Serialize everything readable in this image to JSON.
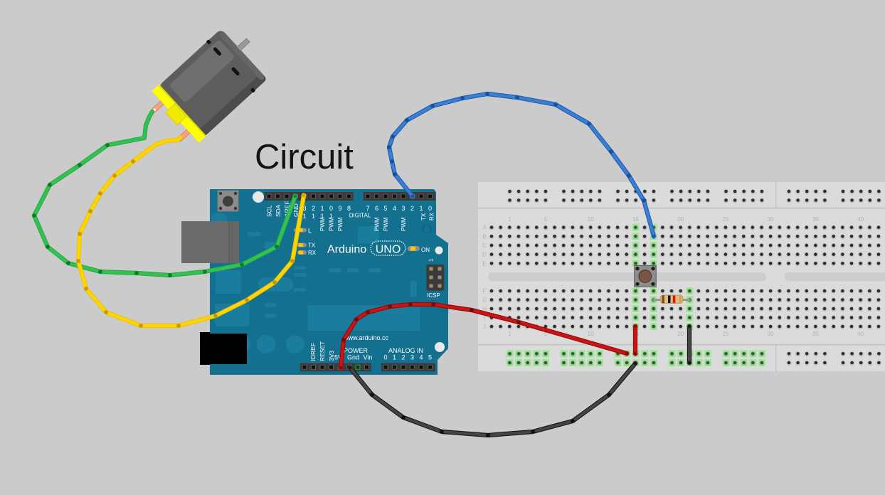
{
  "title": "Circuit",
  "palette": {
    "background": "#cbcbcb",
    "arduino_board": "#14708f",
    "breadboard": "#dbdbdb",
    "connected_hole": "#a6e39f",
    "header": "#3b3b3b",
    "led": "#ffc20e"
  },
  "arduino": {
    "brand": "Arduino",
    "model": "UNO",
    "website": "www.arduino.cc",
    "top_left_pin_labels": [
      "SCL",
      "SDA",
      "AREF",
      "GND"
    ],
    "digital_pin_digits": [
      "3",
      "2",
      "1",
      "0",
      "9",
      "8",
      "7",
      "6",
      "5",
      "4",
      "3",
      "2",
      "1",
      "0"
    ],
    "digital_pin_tens": [
      "1",
      "1",
      "1",
      "1"
    ],
    "digital_label": "DIGITAL",
    "pwm_label": "PWM",
    "serial_pin_labels": [
      "TX",
      "RX"
    ],
    "led_labels": [
      "L",
      "TX",
      "RX"
    ],
    "power_led_label": "ON",
    "icsp_label": "ICSP",
    "icsp_pin1_label": "1",
    "power_header_labels": [
      "IOREF",
      "RESET",
      "3V3"
    ],
    "power_label": "POWER",
    "power_pin_labels": [
      "5V",
      "Gnd",
      "Vin"
    ],
    "analog_label": "ANALOG IN",
    "analog_pin_labels": [
      "0",
      "1",
      "2",
      "3",
      "4",
      "5"
    ]
  },
  "breadboard": {
    "row_labels": [
      "A",
      "B",
      "C",
      "D",
      "E",
      "F",
      "G",
      "H",
      "I",
      "J"
    ],
    "column_numbers": [
      "1",
      "5",
      "10",
      "15",
      "20",
      "25",
      "30",
      "35",
      "40"
    ]
  },
  "resistor": {
    "body_color": "#e3bd7c",
    "band_colors": [
      "#8a4b1c",
      "#141414",
      "#e01212",
      "#c9a44c"
    ]
  },
  "pushbutton": {
    "cap_color": "#7b5548",
    "housing_color": "#8c8c8c"
  },
  "motor": {
    "body_color": "#5d5d5d",
    "end_cap_color": "#ffff00",
    "terminal_color": "#f2a283"
  },
  "wires": {
    "green": {
      "color": "#33c152",
      "outline": "#28ac47",
      "joint": "#0e7a2c"
    },
    "yellow": {
      "color": "#ffd500",
      "outline": "#efc300",
      "joint": "#c49a00"
    },
    "blue": {
      "color": "#3b7fd4",
      "outline": "#1d5bb0",
      "joint": "#1d4f99"
    },
    "red_long": {
      "color": "#cc1414",
      "outline": "#8e0b0b",
      "joint": "#7a0a0a"
    },
    "red_short": {
      "color": "#cc1414",
      "outline": "#8e0b0b",
      "joint": "#7a0a0a"
    },
    "black_long": {
      "color": "#454545",
      "outline": "#151515",
      "joint": "#111111"
    },
    "black_short": {
      "color": "#454545",
      "outline": "#151515",
      "joint": "#111111"
    }
  }
}
